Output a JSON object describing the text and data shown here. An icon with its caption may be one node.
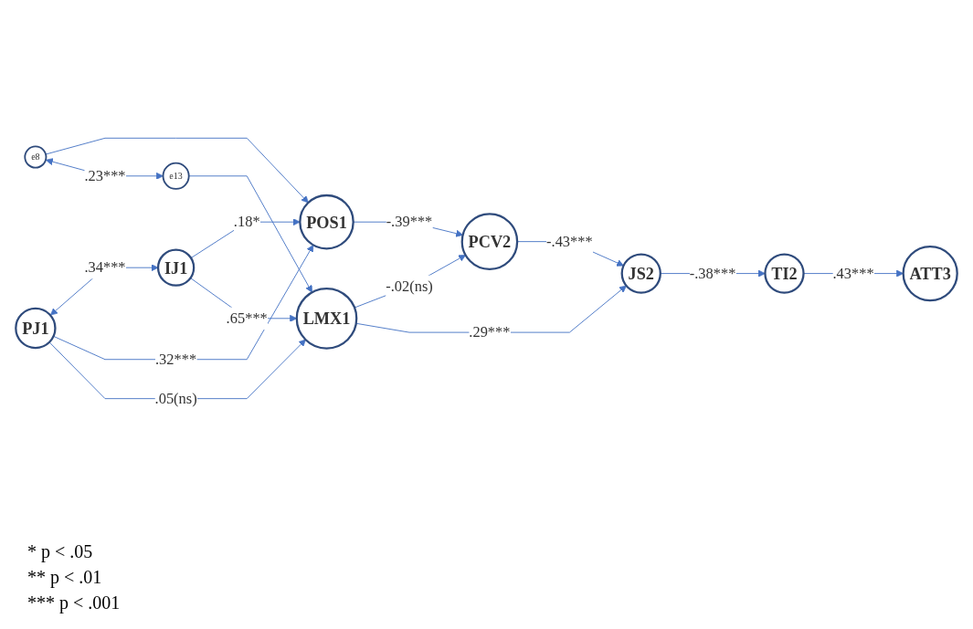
{
  "diagram": {
    "nodes": [
      {
        "text": [
          "e8"
        ]
      },
      {
        "text": [
          "PJ1"
        ]
      },
      {
        "text": [
          "POS1"
        ]
      },
      {
        "text": [
          "PCV2"
        ]
      },
      {
        "text": [
          "TI2"
        ]
      },
      {
        "text": [
          "IJ1"
        ]
      },
      {
        "text": [
          "LMX1"
        ]
      },
      {
        "text": [
          "JS2"
        ]
      },
      {
        "text": [
          "ATT3"
        ]
      },
      {
        "text": [
          "e13"
        ]
      }
    ],
    "edges": [
      {
        "from": 0,
        "to": 2,
        "arrow": "to"
      },
      {
        "from": 1,
        "to": 5,
        "arrow": "both",
        "label": ".34***"
      },
      {
        "from": 1,
        "to": 2,
        "arrow": "to",
        "label": ".32***"
      },
      {
        "from": 1,
        "to": 6,
        "arrow": "to",
        "label": ".05(ns)"
      },
      {
        "from": 5,
        "to": 2,
        "arrow": "to",
        "label": ".18*"
      },
      {
        "from": 5,
        "to": 6,
        "arrow": "to",
        "label": ".65***"
      },
      {
        "from": 0,
        "to": 9,
        "arrow": "both",
        "label": ".23***"
      },
      {
        "from": 2,
        "to": 3,
        "arrow": "to",
        "label": "-.39***"
      },
      {
        "from": 6,
        "to": 3,
        "arrow": "to",
        "label": "-.02(ns)"
      },
      {
        "from": 6,
        "to": 7,
        "arrow": "to",
        "label": ".29***"
      },
      {
        "from": 3,
        "to": 7,
        "arrow": "to",
        "label": "-.43***"
      },
      {
        "from": 7,
        "to": 4,
        "arrow": "to",
        "label": "-.38***"
      },
      {
        "from": 4,
        "to": 8,
        "arrow": "to",
        "label": ".43***"
      },
      {
        "from": 9,
        "to": 6,
        "arrow": "to"
      }
    ],
    "labels": [
      "* p < .05",
      "** p < .01",
      "*** p < .001"
    ]
  }
}
